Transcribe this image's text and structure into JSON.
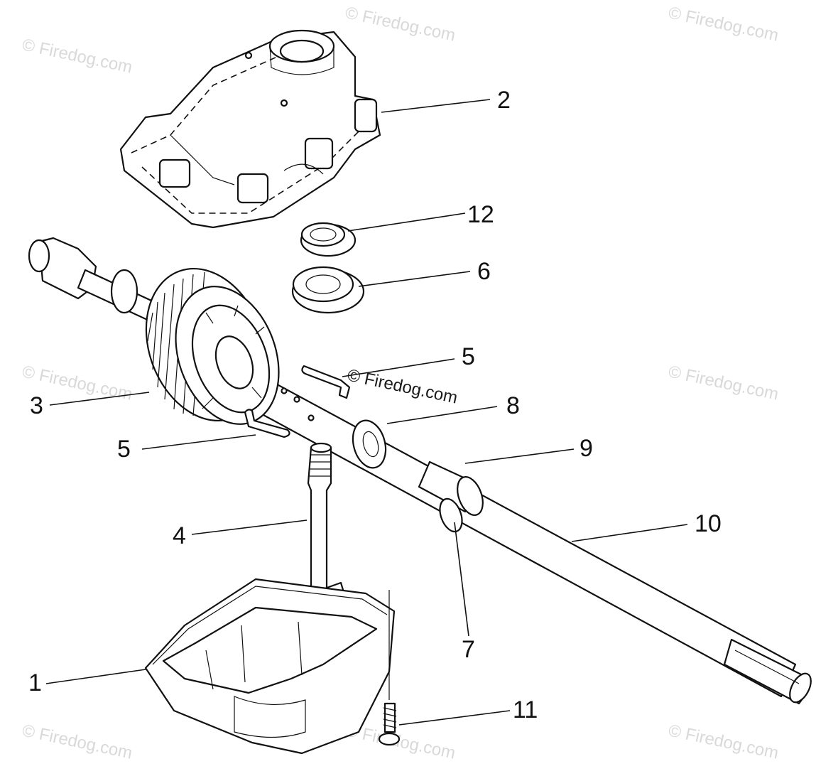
{
  "watermarks": [
    "© Firedog.com",
    "© Firedog.com",
    "© Firedog.com",
    "© Firedog.com",
    "© Firedog.com",
    "© Firedog.com",
    "© Firedog.com",
    "© Firedog.com",
    "© Firedog.com"
  ],
  "center_watermark": "© Firedog.com",
  "callouts": [
    "1",
    "2",
    "3",
    "4",
    "5",
    "5",
    "6",
    "7",
    "8",
    "9",
    "10",
    "11",
    "12"
  ]
}
